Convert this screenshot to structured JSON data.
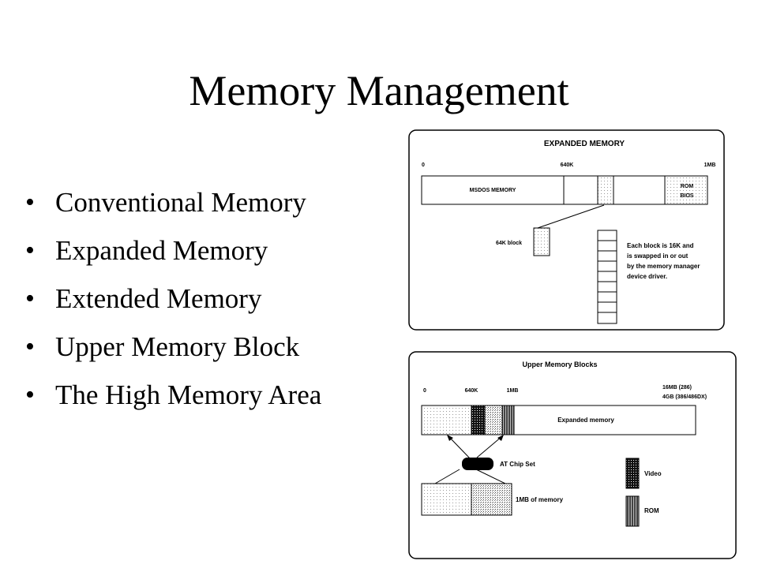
{
  "title": "Memory Management",
  "bullets": [
    "Conventional Memory",
    "Expanded Memory",
    "Extended Memory",
    "Upper Memory Block",
    "The High Memory Area"
  ],
  "expanded_diagram": {
    "title": "EXPANDED MEMORY",
    "scale_labels": [
      "0",
      "640K",
      "1MB"
    ],
    "msdos_label": "MSDOS MEMORY",
    "rom_label_1": "ROM",
    "rom_label_2": "BIOS",
    "block_label": "64K block",
    "note_lines": [
      "Each block is 16K and",
      "is swapped in or out",
      "by the memory manager",
      "device driver."
    ]
  },
  "umb_diagram": {
    "title": "Upper Memory Blocks",
    "scale_labels": [
      "0",
      "640K",
      "1MB"
    ],
    "upper_label_1": "16MB (286)",
    "upper_label_2": "4GB (386/486DX)",
    "expanded_label": "Expanded memory",
    "chip_label": "AT Chip Set",
    "memory_label": "1MB of memory",
    "legend_video": "Video",
    "legend_rom": "ROM"
  }
}
